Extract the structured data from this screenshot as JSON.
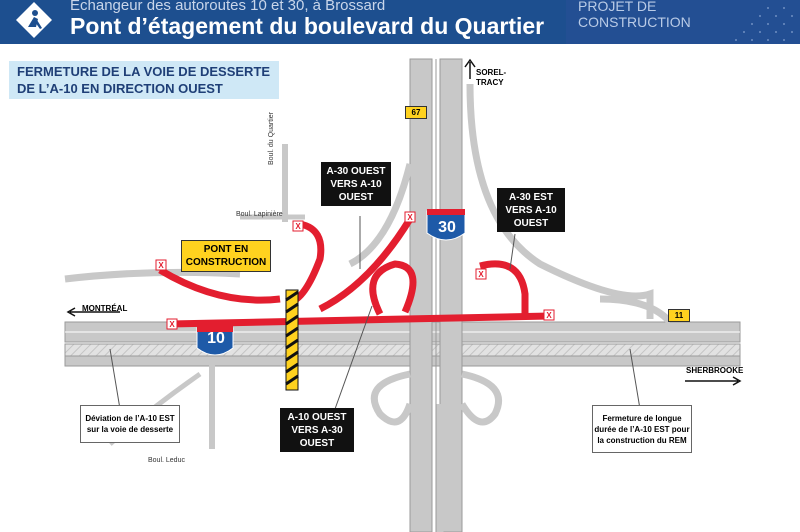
{
  "header": {
    "subtitle": "Échangeur des autoroutes 10 et 30, à Brossard",
    "title": "Pont d’étagement du boulevard du Quartier",
    "project_line1": "PROJET DE",
    "project_line2": "CONSTRUCTION"
  },
  "info_box": {
    "line1": "FERMETURE DE LA VOIE DE DESSERTE",
    "line2": "DE L’A-10 EN DIRECTION OUEST"
  },
  "labels": {
    "pont_en_construction": "PONT EN CONSTRUCTION",
    "a30_ouest_vers_a10_ouest": "A-30 OUEST VERS A-10 OUEST",
    "a30_est_vers_a10_ouest": "A-30 EST VERS A-10 OUEST",
    "a10_ouest_vers_a30_ouest": "A-10 OUEST VERS A-30 OUEST",
    "deviation_note": "Déviation de l’A-10 EST sur la voie de desserte",
    "fermeture_note": "Fermeture de longue durée de l’A-10 EST pour la construction du REM"
  },
  "directions": {
    "montreal": "MONTRÉAL",
    "sherbrooke": "SHERBROOKE",
    "sorel_tracy": "SOREL-TRACY"
  },
  "streets": {
    "boul_du_quartier": "Boul. du Quartier",
    "boul_lapiniere": "Boul. Lapinière",
    "boul_leduc": "Boul. Leduc"
  },
  "shields": {
    "a10": "10",
    "a30": "30",
    "exit_67": "67",
    "exit_11": "11"
  },
  "colors": {
    "header_blue": "#1d4f8f",
    "closure_red": "#e31e2f",
    "construction_yellow": "#ffd21f",
    "road_gray": "#c8c8c8",
    "shield_blue": "#1e5aa8"
  }
}
